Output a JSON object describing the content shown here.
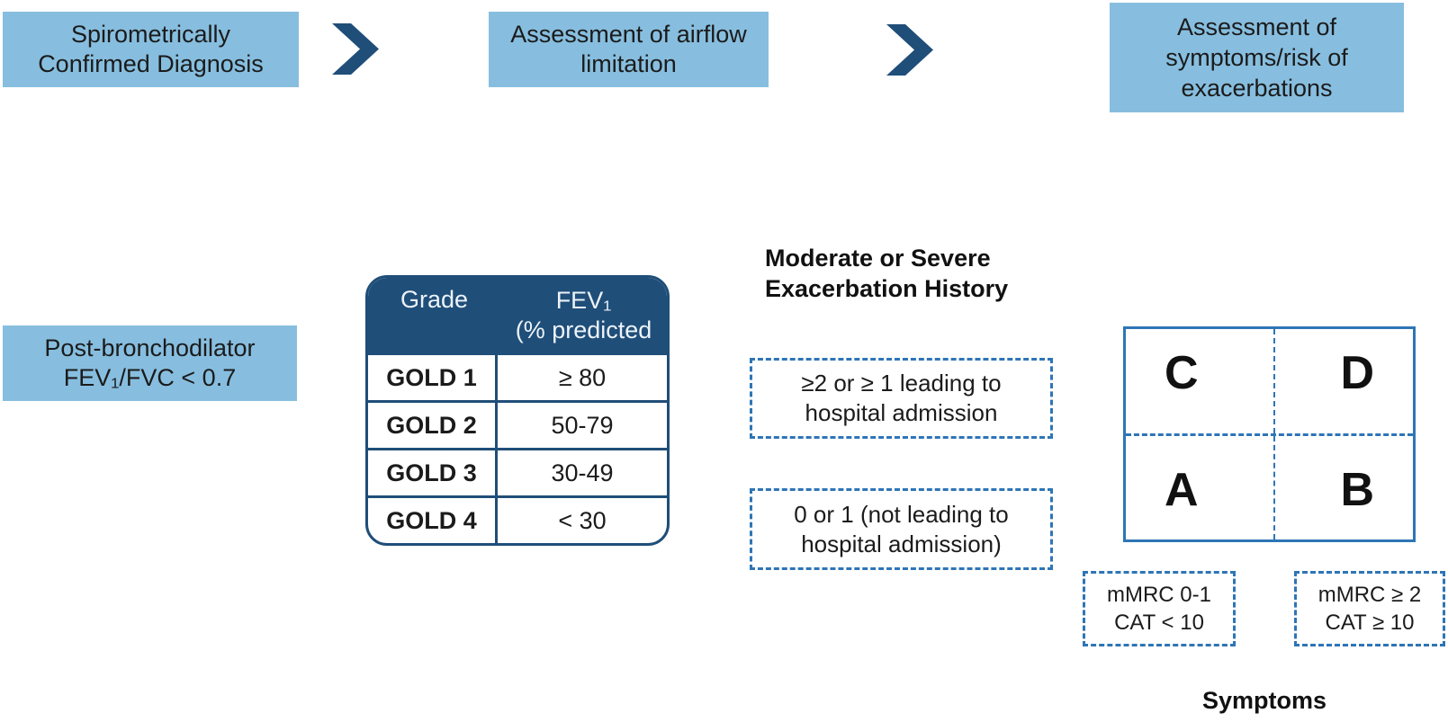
{
  "colors": {
    "light_blue": "#87BEDF",
    "navy": "#1F4E79",
    "accent_blue": "#2E75B6",
    "text_dark": "#1B1B1B",
    "header_text": "#EDF3F8",
    "background": "#FFFFFF"
  },
  "icons": {
    "flow_connector": "chevron-right"
  },
  "flow": {
    "steps": [
      {
        "lines": [
          "Spirometrically",
          "Confirmed Diagnosis"
        ]
      },
      {
        "lines": [
          "Assessment of airflow",
          "limitation"
        ]
      },
      {
        "lines": [
          "Assessment of",
          "symptoms/risk of",
          "exacerbations"
        ]
      }
    ]
  },
  "criteria": {
    "lines": [
      "Post-bronchodilator",
      "FEV₁/FVC < 0.7"
    ]
  },
  "grade_table": {
    "header": {
      "col1": "Grade",
      "col2_lines": [
        "FEV₁",
        "(% predicted"
      ]
    },
    "rows": [
      {
        "grade": "GOLD 1",
        "fev1": "≥ 80"
      },
      {
        "grade": "GOLD 2",
        "fev1": "50-79"
      },
      {
        "grade": "GOLD 3",
        "fev1": "30-49"
      },
      {
        "grade": "GOLD 4",
        "fev1": "< 30"
      }
    ]
  },
  "exacerbation": {
    "heading_lines": [
      "Moderate or Severe",
      "Exacerbation History"
    ],
    "high_risk_lines": [
      "≥2 or ≥ 1 leading to",
      "hospital admission"
    ],
    "low_risk_lines": [
      "0 or 1 (not leading to",
      "hospital admission)"
    ]
  },
  "abcd": {
    "top_left": "C",
    "top_right": "D",
    "bottom_left": "A",
    "bottom_right": "B"
  },
  "symptom_assessment": {
    "left_lines": [
      "mMRC 0-1",
      "CAT < 10"
    ],
    "right_lines": [
      "mMRC ≥ 2",
      "CAT ≥ 10"
    ],
    "axis_label": "Symptoms"
  }
}
